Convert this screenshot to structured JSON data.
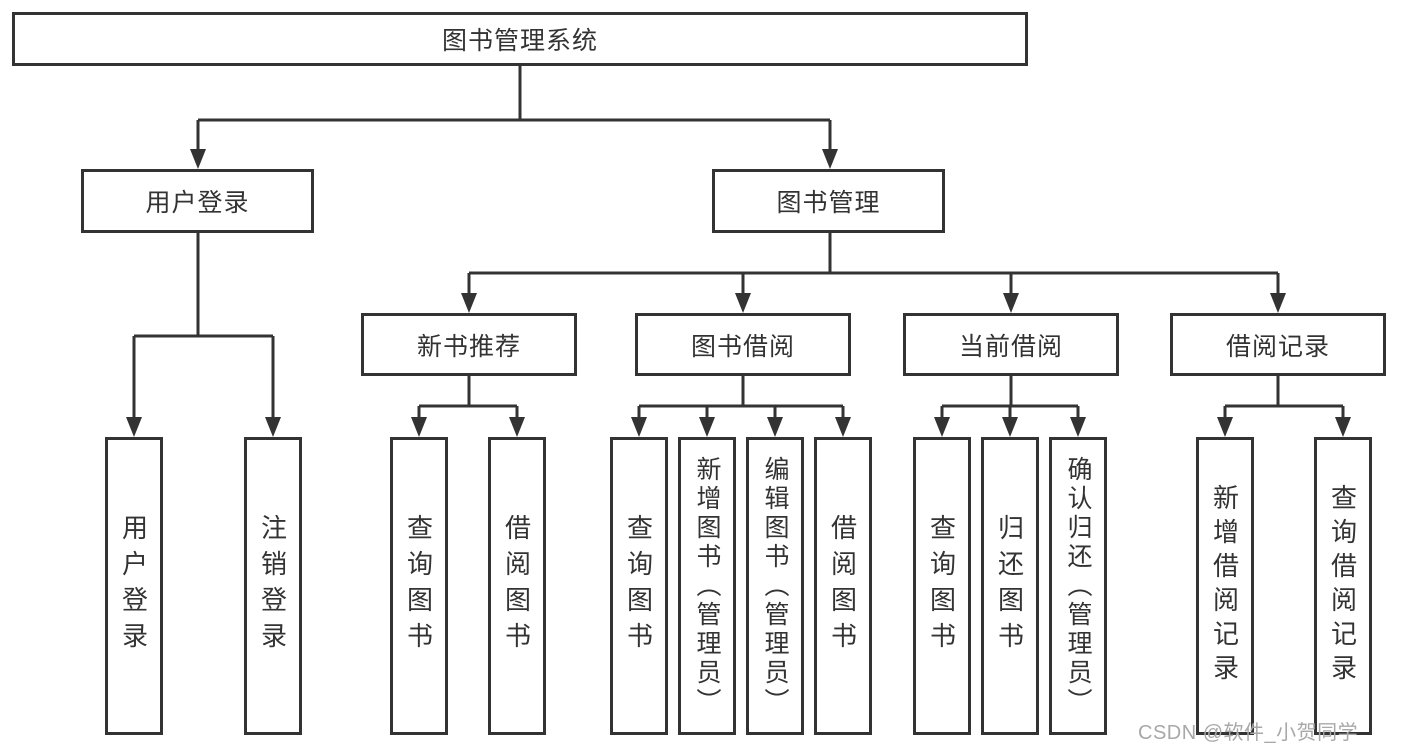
{
  "diagram": {
    "root": {
      "label": "图书管理系统"
    },
    "level2": [
      {
        "label": "用户登录"
      },
      {
        "label": "图书管理"
      }
    ],
    "level3": [
      {
        "label": "新书推荐"
      },
      {
        "label": "图书借阅"
      },
      {
        "label": "当前借阅"
      },
      {
        "label": "借阅记录"
      }
    ],
    "leaves": [
      {
        "label": "用户登录"
      },
      {
        "label": "注销登录"
      },
      {
        "label": "查询图书"
      },
      {
        "label": "借阅图书"
      },
      {
        "label": "查询图书"
      },
      {
        "label": "新增图书（管理员）"
      },
      {
        "label": "编辑图书（管理员）"
      },
      {
        "label": "借阅图书"
      },
      {
        "label": "查询图书"
      },
      {
        "label": "归还图书"
      },
      {
        "label": "确认归还（管理员）"
      },
      {
        "label": "新增借阅记录"
      },
      {
        "label": "查询借阅记录"
      }
    ]
  },
  "watermark": {
    "text": "CSDN @软件_小贺同学"
  },
  "colors": {
    "background": "#ffffff",
    "line": "#333333",
    "text": "#333333",
    "watermark": "#a8a8a8"
  }
}
